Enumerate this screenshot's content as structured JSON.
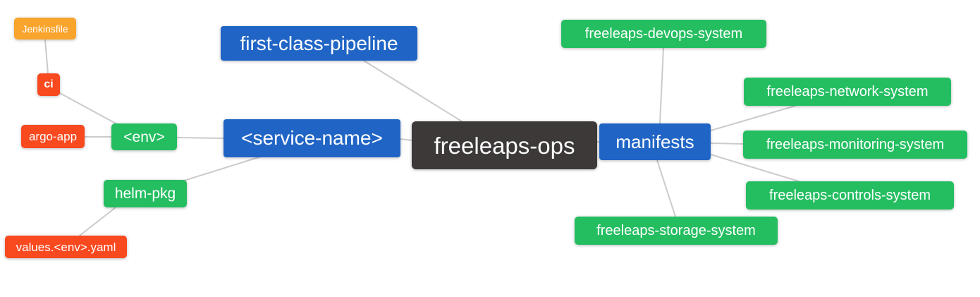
{
  "diagram": {
    "type": "mindmap",
    "background_color": "#ffffff",
    "edge_color": "#cbcbcb",
    "text_color": "#ffffff",
    "palette": {
      "root": "#3d3939",
      "branch_blue": "#2065c5",
      "leaf_green": "#24be61",
      "leaf_red": "#f9491f",
      "leaf_orange": "#f9a42c"
    },
    "nodes": {
      "freeleaps_ops": {
        "label": "freeleaps-ops",
        "role": "root",
        "color": "#3d3939"
      },
      "first_class_pipeline": {
        "label": "first-class-pipeline",
        "role": "branch",
        "color": "#2065c5"
      },
      "service_name": {
        "label": "<service-name>",
        "role": "branch",
        "color": "#2065c5"
      },
      "manifests": {
        "label": "manifests",
        "role": "branch",
        "color": "#2065c5"
      },
      "env": {
        "label": "<env>",
        "role": "leaf",
        "color": "#24be61"
      },
      "helm_pkg": {
        "label": "helm-pkg",
        "role": "leaf",
        "color": "#24be61"
      },
      "jenkinsfile": {
        "label": "Jenkinsfile",
        "role": "leaf",
        "color": "#f9a42c"
      },
      "ci": {
        "label": "ci",
        "role": "leaf",
        "color": "#f9491f"
      },
      "argo_app": {
        "label": "argo-app",
        "role": "leaf",
        "color": "#f9491f"
      },
      "values_env_yaml": {
        "label": "values.<env>.yaml",
        "role": "leaf",
        "color": "#f9491f"
      },
      "devops_system": {
        "label": "freeleaps-devops-system",
        "role": "leaf",
        "color": "#24be61"
      },
      "network_system": {
        "label": "freeleaps-network-system",
        "role": "leaf",
        "color": "#24be61"
      },
      "monitoring_system": {
        "label": "freeleaps-monitoring-system",
        "role": "leaf",
        "color": "#24be61"
      },
      "controls_system": {
        "label": "freeleaps-controls-system",
        "role": "leaf",
        "color": "#24be61"
      },
      "storage_system": {
        "label": "freeleaps-storage-system",
        "role": "leaf",
        "color": "#24be61"
      }
    },
    "edges": [
      {
        "from": "jenkinsfile",
        "to": "ci"
      },
      {
        "from": "ci",
        "to": "env"
      },
      {
        "from": "argo_app",
        "to": "env"
      },
      {
        "from": "env",
        "to": "service_name"
      },
      {
        "from": "helm_pkg",
        "to": "service_name"
      },
      {
        "from": "values_env_yaml",
        "to": "helm_pkg"
      },
      {
        "from": "service_name",
        "to": "freeleaps_ops"
      },
      {
        "from": "first_class_pipeline",
        "to": "freeleaps_ops"
      },
      {
        "from": "freeleaps_ops",
        "to": "manifests"
      },
      {
        "from": "manifests",
        "to": "devops_system"
      },
      {
        "from": "manifests",
        "to": "network_system"
      },
      {
        "from": "manifests",
        "to": "monitoring_system"
      },
      {
        "from": "manifests",
        "to": "controls_system"
      },
      {
        "from": "manifests",
        "to": "storage_system"
      }
    ]
  }
}
